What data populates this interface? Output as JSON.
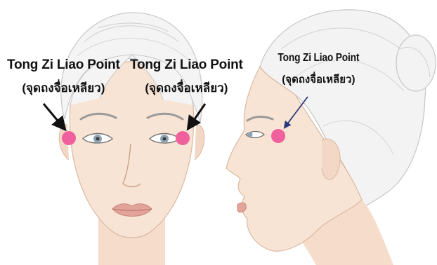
{
  "annotations": {
    "left": {
      "name": "Tong Zi Liao Point",
      "thai": "(จุดถงจื่อเหลียว)"
    },
    "mid": {
      "name": "Tong Zi Liao Point",
      "thai": "(จุดถงจื่อเหลียว)"
    },
    "right": {
      "name": "Tong Zi Liao Point",
      "thai": "(จุดถงจื่อเหลียว)"
    }
  },
  "colors": {
    "acupoint": "#f0609c",
    "skin": "#f8e4d4",
    "skin_shadow": "#ead0bd",
    "hair": "#f3f3f3",
    "hair_line": "#c9c9c9",
    "lips": "#e2a39a",
    "iris": "#8ea3b3",
    "arrow_front": "#111111",
    "arrow_profile": "#2a3a7a"
  },
  "icons": {
    "front_face": "front-face-illustration",
    "profile_face": "profile-face-illustration"
  }
}
